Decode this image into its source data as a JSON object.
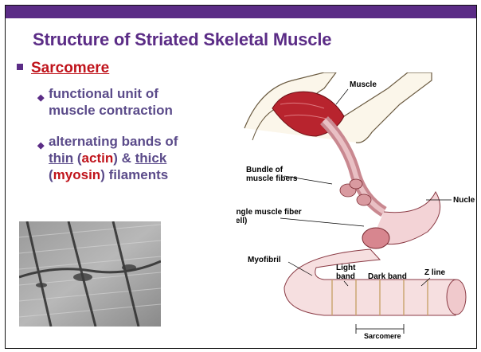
{
  "slide": {
    "title": "Structure of Striated Skeletal Muscle",
    "bullet": "Sarcomere",
    "sub1": {
      "line1": "functional unit of",
      "line2": "muscle contraction"
    },
    "sub2": {
      "line1": "alternating bands of",
      "thin": "thin",
      "open_paren": " (",
      "actin": "actin",
      "amp": ") & ",
      "thick": "thick",
      "open_paren2": "(",
      "myosin": "myosin",
      "tail": ") filaments"
    }
  },
  "diagram": {
    "labels": {
      "muscle": "Muscle",
      "bundle_1": "Bundle of",
      "bundle_2": "muscle fibers",
      "nuclei": "Nuclei",
      "single_1": "Single muscle fiber",
      "single_2": "(cell)",
      "myofibril": "Myofibril",
      "light_1": "Light",
      "light_2": "band",
      "dark": "Dark band",
      "zline": "Z line",
      "sarcomere": "Sarcomere"
    }
  },
  "colors": {
    "title": "#5b2c86",
    "accent_red": "#c0141c",
    "sub_text": "#5b4b8a"
  },
  "icons": {
    "bullet": "square-bullet-icon",
    "sub_bullet": "diamond-bullet-icon"
  }
}
